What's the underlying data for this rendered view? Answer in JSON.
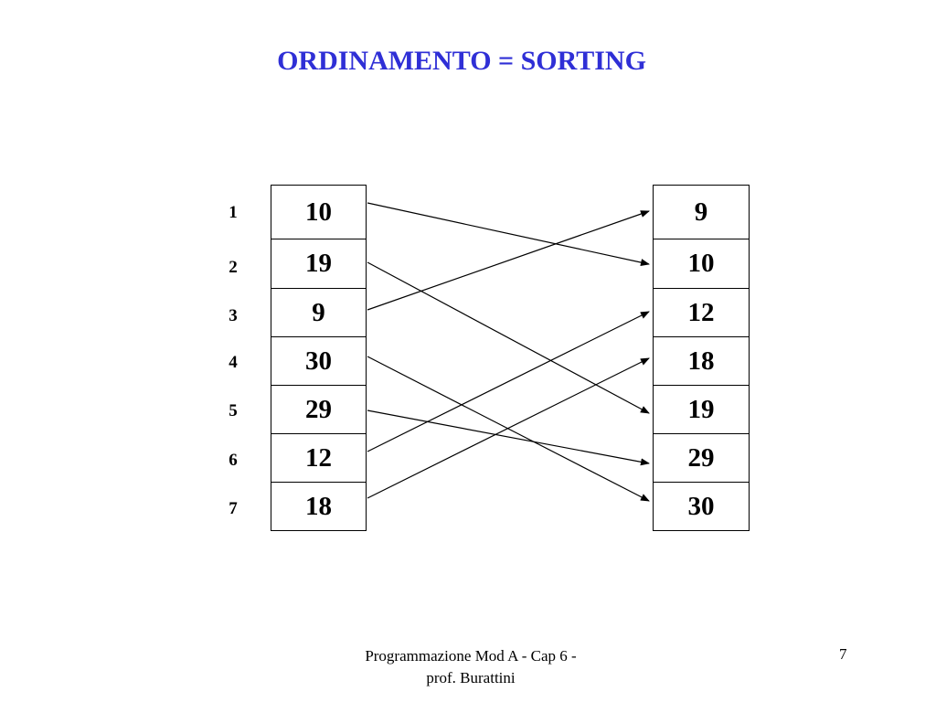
{
  "title": "ORDINAMENTO = SORTING",
  "indices": [
    "1",
    "2",
    "3",
    "4",
    "5",
    "6",
    "7"
  ],
  "unsorted": [
    "10",
    "19",
    "9",
    "30",
    "29",
    "12",
    "18"
  ],
  "sorted": [
    "9",
    "10",
    "12",
    "18",
    "19",
    "29",
    "30"
  ],
  "mapping": [
    [
      1,
      2
    ],
    [
      2,
      5
    ],
    [
      3,
      1
    ],
    [
      4,
      7
    ],
    [
      5,
      6
    ],
    [
      6,
      3
    ],
    [
      7,
      4
    ]
  ],
  "footer": {
    "line1": "Programmazione Mod A - Cap 6 -",
    "line2": "prof. Burattini"
  },
  "page_number": "7",
  "colors": {
    "title": "#2f2fd6",
    "lines": "#000000"
  }
}
